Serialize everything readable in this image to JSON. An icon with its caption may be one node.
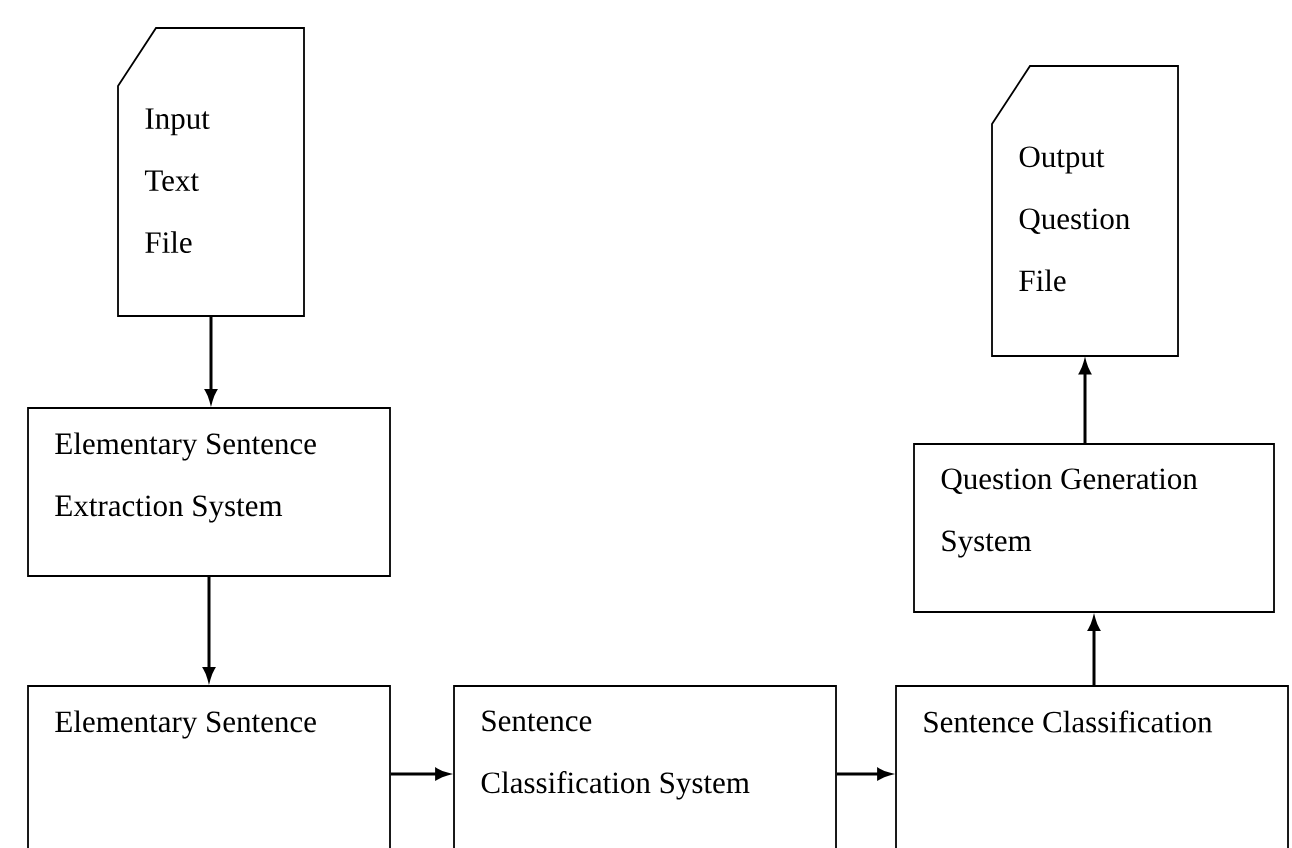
{
  "diagram": {
    "nodes": [
      {
        "text": [
          "Input Text File"
        ]
      },
      {
        "text": [
          "Elementary Sentence Extraction System"
        ]
      },
      {
        "text": [
          "Elementary Sentence"
        ]
      },
      {
        "text": [
          "Sentence Classification System"
        ]
      },
      {
        "text": [
          "Sentence Classification"
        ]
      },
      {
        "text": [
          "Question Generation System"
        ]
      },
      {
        "text": [
          "Output Question File"
        ]
      }
    ],
    "edges": [
      {
        "from": 0,
        "to": 1,
        "arrow": "to"
      },
      {
        "from": 1,
        "to": 2,
        "arrow": "to"
      },
      {
        "from": 2,
        "to": 3,
        "arrow": "to"
      },
      {
        "from": 3,
        "to": 4,
        "arrow": "to"
      },
      {
        "from": 4,
        "to": 5,
        "arrow": "to"
      },
      {
        "from": 5,
        "to": 6,
        "arrow": "to"
      }
    ]
  }
}
